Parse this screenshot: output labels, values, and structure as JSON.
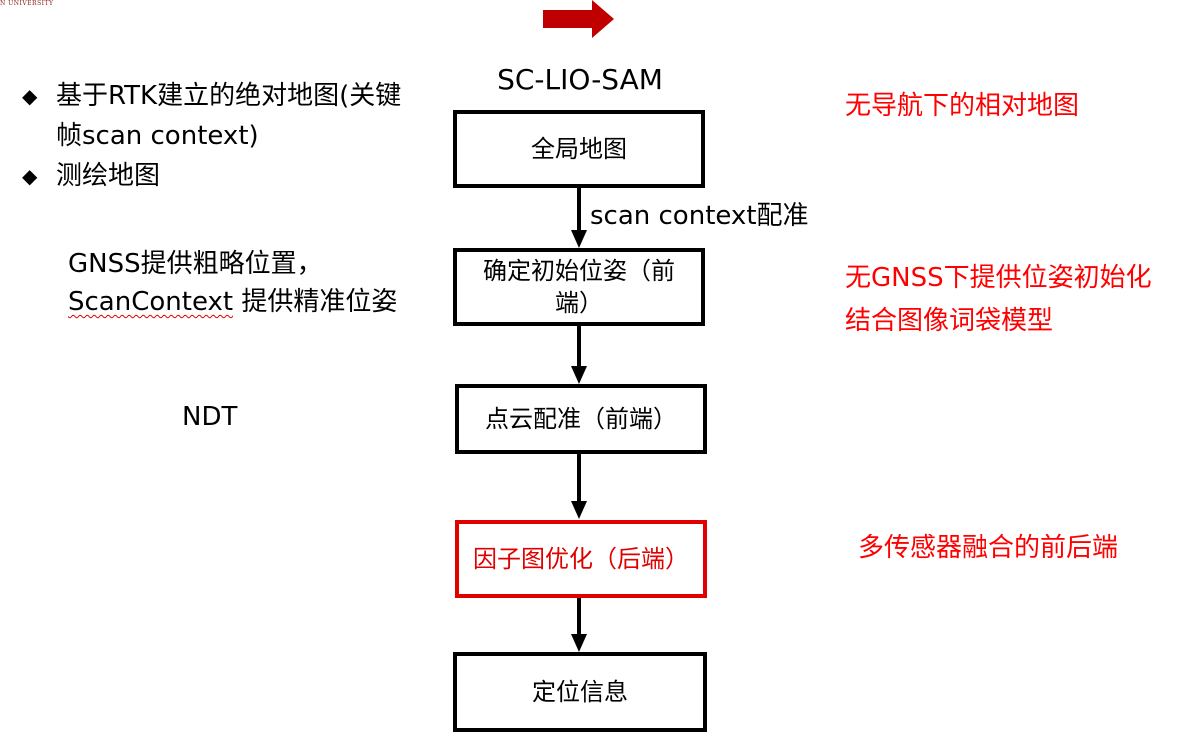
{
  "logo": {
    "text": "N UNIVERSITY"
  },
  "header_arrow": {
    "color": "#c00000",
    "icon": "right-block-arrow"
  },
  "left_bullets": [
    {
      "icon": "diamond-bullet",
      "text": "基于RTK建立的绝对地图(关键帧scan context)"
    },
    {
      "icon": "diamond-bullet",
      "text": "测绘地图"
    }
  ],
  "left_notes": {
    "gnss_line1": "GNSS提供粗略位置，",
    "gnss_line2_underlined": "ScanContext",
    "gnss_line2_rest": " 提供精准位姿",
    "ndt": "NDT"
  },
  "diagram": {
    "title": "SC-LIO-SAM",
    "boxes": [
      {
        "id": "global-map",
        "label": "全局地图",
        "border": "#000000"
      },
      {
        "id": "initial-pose",
        "label": "确定初始位姿（前端）",
        "border": "#000000"
      },
      {
        "id": "point-cloud-registration",
        "label": "点云配准（前端）",
        "border": "#000000"
      },
      {
        "id": "factor-graph",
        "label": "因子图优化（后端）",
        "border": "#e00000"
      },
      {
        "id": "localization-info",
        "label": "定位信息",
        "border": "#000000"
      }
    ],
    "arrow_label": "scan context配准"
  },
  "right_notes": {
    "relative_map": "无导航下的相对地图",
    "init_line1": "无GNSS下提供位姿初始化",
    "init_line2": "结合图像词袋模型",
    "fusion": "多传感器融合的前后端",
    "color": "#ff0000"
  }
}
